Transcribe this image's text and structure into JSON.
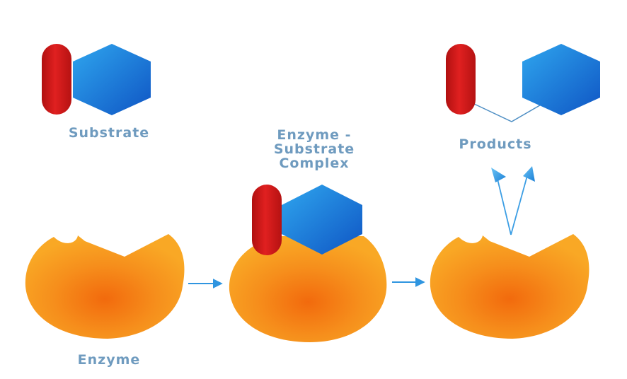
{
  "labels": {
    "substrate": "Substrate",
    "complex_line1": "Enzyme -",
    "complex_line2": "Substrate",
    "complex_line3": "Complex",
    "products": "Products",
    "enzyme": "Enzyme"
  },
  "colors": {
    "label": "#6f9bbf",
    "enzyme_center": "#f26a0d",
    "enzyme_edge": "#f9a825",
    "substrate_red": "#d01818",
    "substrate_blue": "#1a74d4",
    "arrow": "#2f95e0"
  }
}
